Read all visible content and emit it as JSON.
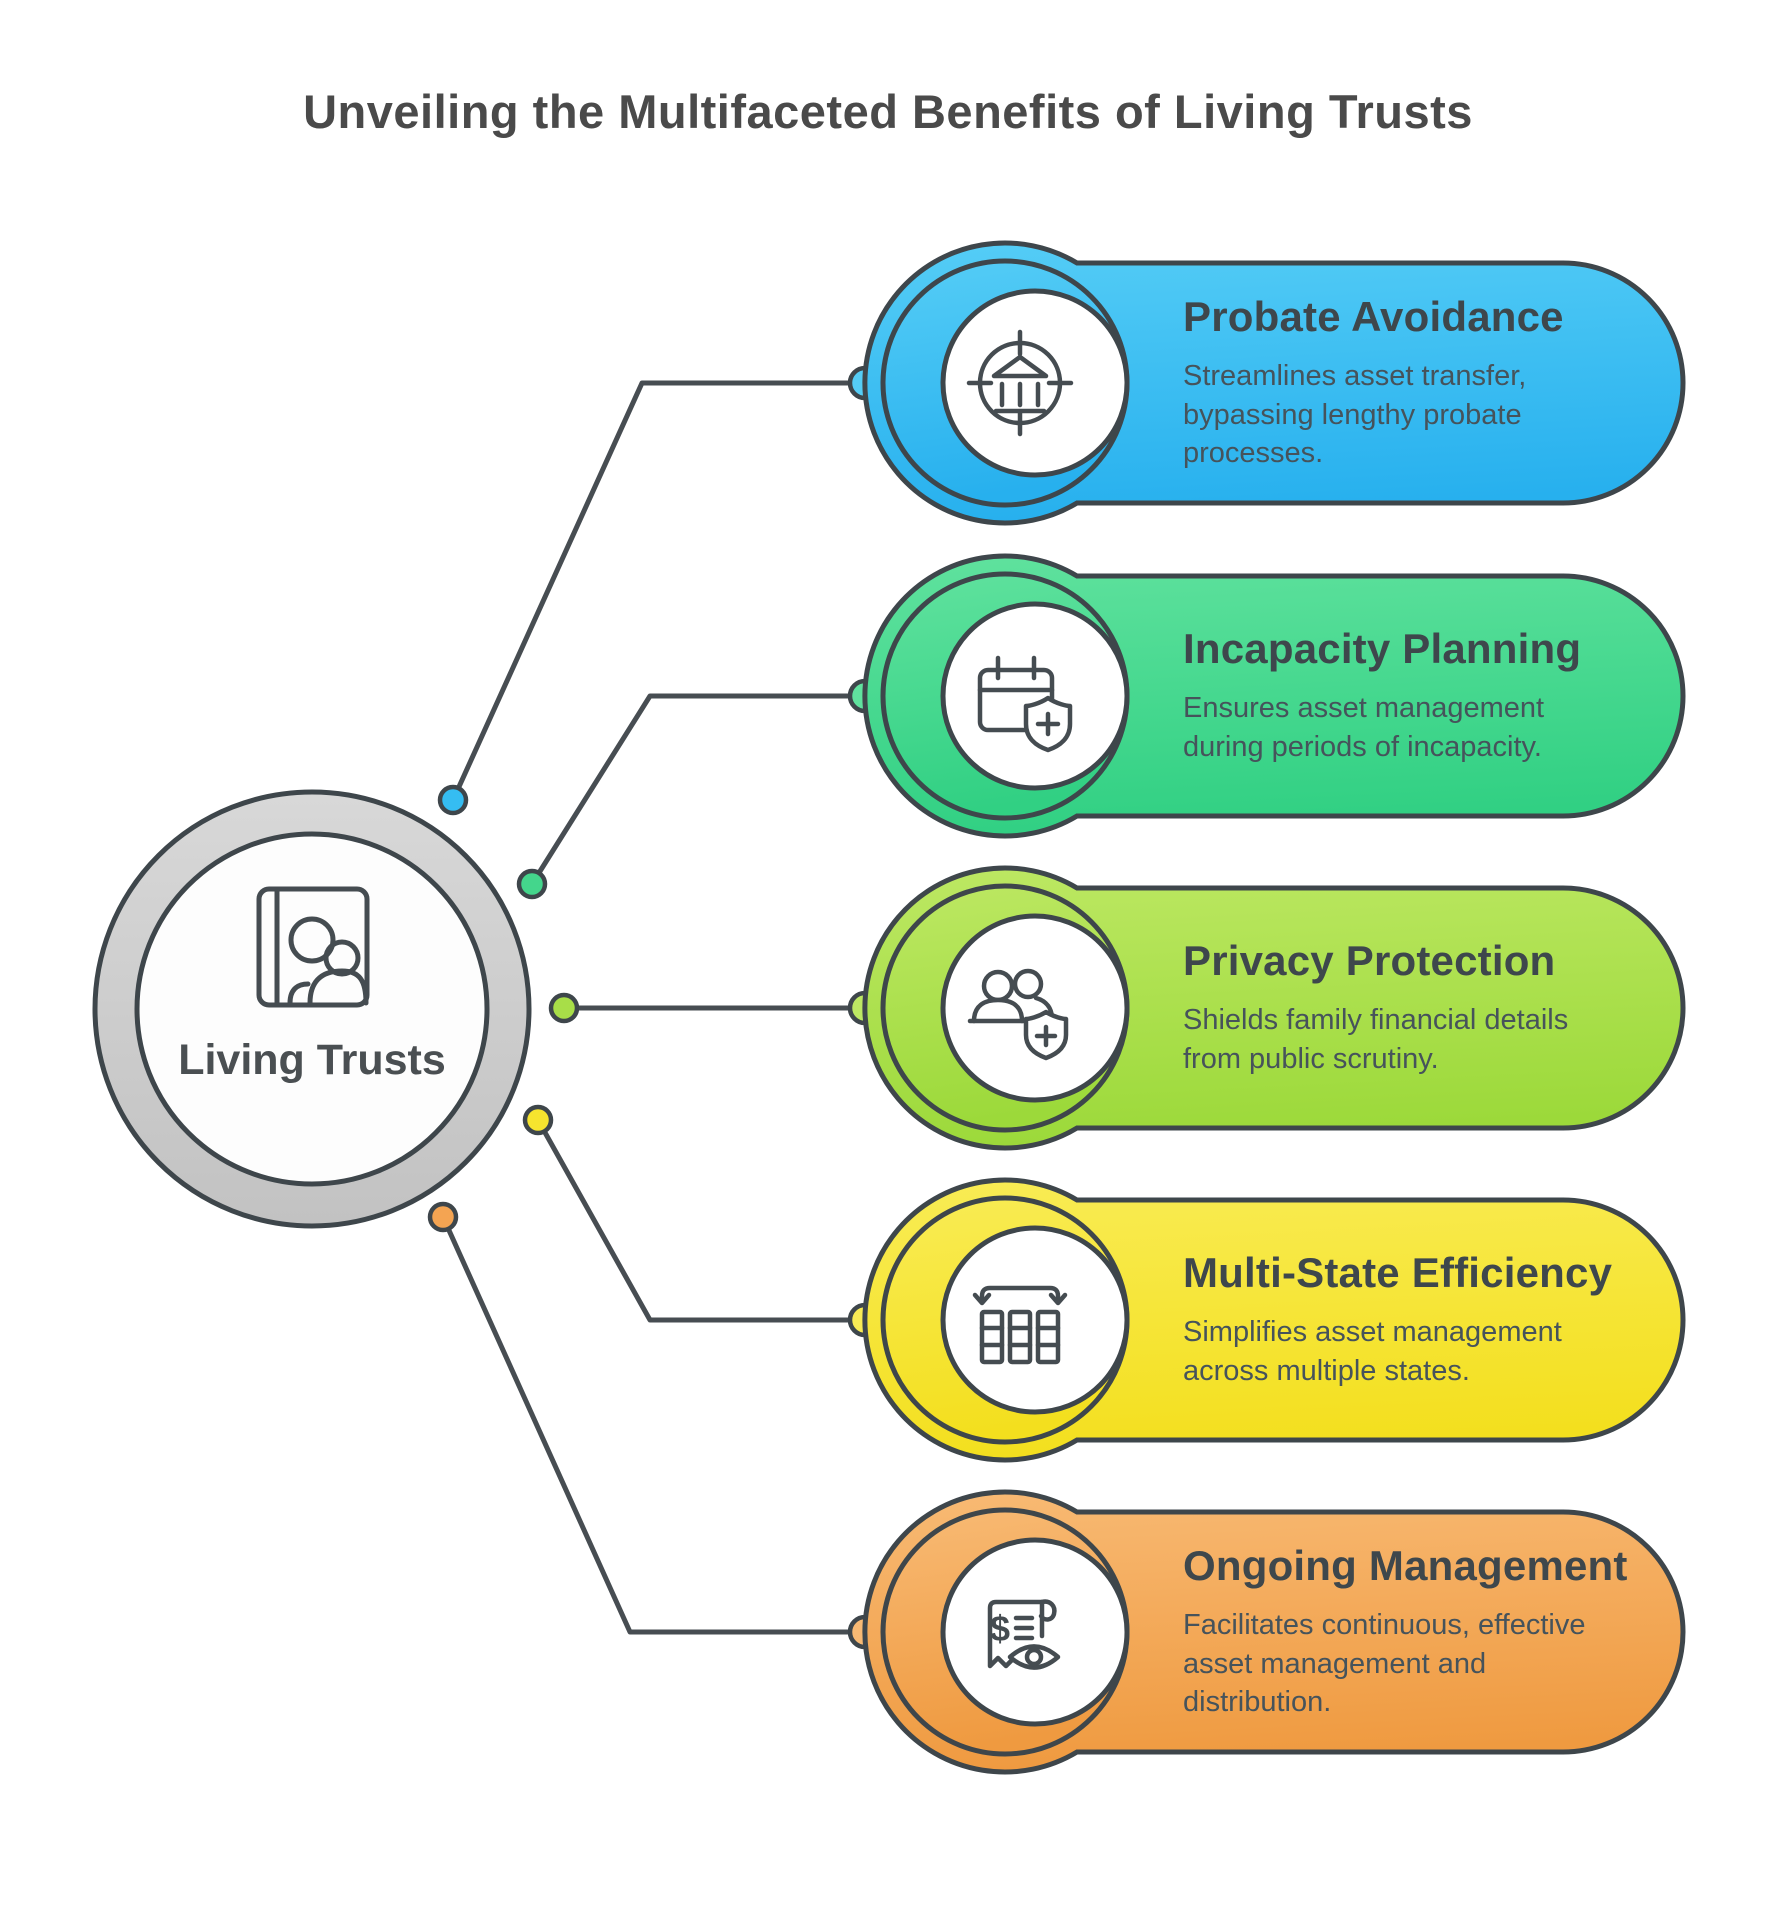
{
  "title": "Unveiling the Multifaceted Benefits of Living Trusts",
  "center": {
    "label": "Living Trusts",
    "icon": "family-album-icon",
    "ring_top": "#d8d8d8",
    "ring_bottom": "#c2c2c2"
  },
  "colors": {
    "outline": "#3e464b",
    "connector": "#474d52",
    "icon_stroke": "#454c51",
    "background": "#ffffff"
  },
  "cards": [
    {
      "title": "Probate Avoidance",
      "desc": "Streamlines asset transfer, bypassing lengthy probate processes.",
      "icon": "bank-target-icon",
      "color": "#35bdf2",
      "color_top": "#55cdf6",
      "color_bottom": "#27b0ee"
    },
    {
      "title": "Incapacity Planning",
      "desc": "Ensures asset management during periods of incapacity.",
      "icon": "calendar-shield-icon",
      "color": "#44d68c",
      "color_top": "#60e29e",
      "color_bottom": "#31d083"
    },
    {
      "title": "Privacy Protection",
      "desc": "Shields family financial details from public scrutiny.",
      "icon": "people-shield-icon",
      "color": "#a8de48",
      "color_top": "#bde863",
      "color_bottom": "#9cd93a"
    },
    {
      "title": "Multi-State Efficiency",
      "desc": "Simplifies asset management across multiple states.",
      "icon": "columns-transfer-icon",
      "color": "#f6e42e",
      "color_top": "#f9ec55",
      "color_bottom": "#f3df1e"
    },
    {
      "title": "Ongoing Management",
      "desc": "Facilitates continuous, effective asset management and distribution.",
      "icon": "receipt-review-icon",
      "color": "#f4a452",
      "color_top": "#f8ba74",
      "color_bottom": "#ef9a40"
    }
  ]
}
